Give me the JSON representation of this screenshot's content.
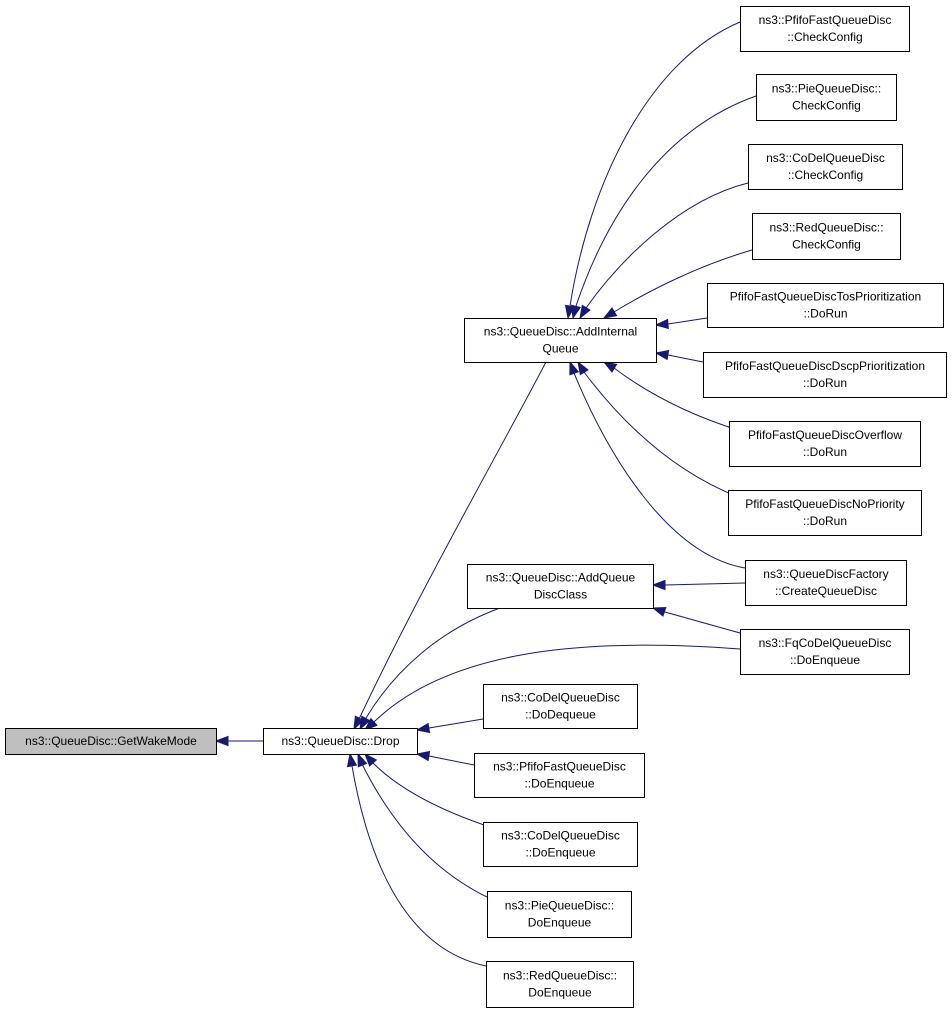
{
  "colors": {
    "edge": "#191970",
    "root_fill": "#bfbfbf",
    "node_fill": "#ffffff",
    "border": "#000000"
  },
  "nodes": [
    {
      "id": "getwakemode",
      "lines": [
        "ns3::QueueDisc::GetWakeMode"
      ],
      "root": true
    },
    {
      "id": "drop",
      "lines": [
        "ns3::QueueDisc::Drop"
      ]
    },
    {
      "id": "addinternalqueue",
      "lines": [
        "ns3::QueueDisc::AddInternal",
        "Queue"
      ]
    },
    {
      "id": "addqueuediscclass",
      "lines": [
        "ns3::QueueDisc::AddQueue",
        "DiscClass"
      ]
    },
    {
      "id": "codel-dodequeue",
      "lines": [
        "ns3::CoDelQueueDisc",
        "::DoDequeue"
      ]
    },
    {
      "id": "pfifofast-doenqueue",
      "lines": [
        "ns3::PfifoFastQueueDisc",
        "::DoEnqueue"
      ]
    },
    {
      "id": "codel-doenqueue",
      "lines": [
        "ns3::CoDelQueueDisc",
        "::DoEnqueue"
      ]
    },
    {
      "id": "pie-doenqueue",
      "lines": [
        "ns3::PieQueueDisc::",
        "DoEnqueue"
      ]
    },
    {
      "id": "red-doenqueue",
      "lines": [
        "ns3::RedQueueDisc::",
        "DoEnqueue"
      ]
    },
    {
      "id": "pfifofast-checkconfig",
      "lines": [
        "ns3::PfifoFastQueueDisc",
        "::CheckConfig"
      ]
    },
    {
      "id": "pie-checkconfig",
      "lines": [
        "ns3::PieQueueDisc::",
        "CheckConfig"
      ]
    },
    {
      "id": "codel-checkconfig",
      "lines": [
        "ns3::CoDelQueueDisc",
        "::CheckConfig"
      ]
    },
    {
      "id": "red-checkconfig",
      "lines": [
        "ns3::RedQueueDisc::",
        "CheckConfig"
      ]
    },
    {
      "id": "tos-dorun",
      "lines": [
        "PfifoFastQueueDiscTosPrioritization",
        "::DoRun"
      ]
    },
    {
      "id": "dscp-dorun",
      "lines": [
        "PfifoFastQueueDiscDscpPrioritization",
        "::DoRun"
      ]
    },
    {
      "id": "overflow-dorun",
      "lines": [
        "PfifoFastQueueDiscOverflow",
        "::DoRun"
      ]
    },
    {
      "id": "nopriority-dorun",
      "lines": [
        "PfifoFastQueueDiscNoPriority",
        "::DoRun"
      ]
    },
    {
      "id": "factory-createqueuedisc",
      "lines": [
        "ns3::QueueDiscFactory",
        "::CreateQueueDisc"
      ]
    },
    {
      "id": "fqcodel-doenqueue",
      "lines": [
        "ns3::FqCoDelQueueDisc",
        "::DoEnqueue"
      ]
    }
  ],
  "edges": [
    {
      "from": "drop",
      "to": "getwakemode"
    },
    {
      "from": "addinternalqueue",
      "to": "drop"
    },
    {
      "from": "addqueuediscclass",
      "to": "drop"
    },
    {
      "from": "fqcodel-doenqueue",
      "to": "drop"
    },
    {
      "from": "codel-dodequeue",
      "to": "drop"
    },
    {
      "from": "pfifofast-doenqueue",
      "to": "drop"
    },
    {
      "from": "codel-doenqueue",
      "to": "drop"
    },
    {
      "from": "pie-doenqueue",
      "to": "drop"
    },
    {
      "from": "red-doenqueue",
      "to": "drop"
    },
    {
      "from": "pfifofast-checkconfig",
      "to": "addinternalqueue"
    },
    {
      "from": "pie-checkconfig",
      "to": "addinternalqueue"
    },
    {
      "from": "codel-checkconfig",
      "to": "addinternalqueue"
    },
    {
      "from": "red-checkconfig",
      "to": "addinternalqueue"
    },
    {
      "from": "tos-dorun",
      "to": "addinternalqueue"
    },
    {
      "from": "dscp-dorun",
      "to": "addinternalqueue"
    },
    {
      "from": "overflow-dorun",
      "to": "addinternalqueue"
    },
    {
      "from": "nopriority-dorun",
      "to": "addinternalqueue"
    },
    {
      "from": "factory-createqueuedisc",
      "to": "addinternalqueue"
    },
    {
      "from": "factory-createqueuedisc",
      "to": "addqueuediscclass"
    },
    {
      "from": "fqcodel-doenqueue",
      "to": "addqueuediscclass"
    }
  ]
}
